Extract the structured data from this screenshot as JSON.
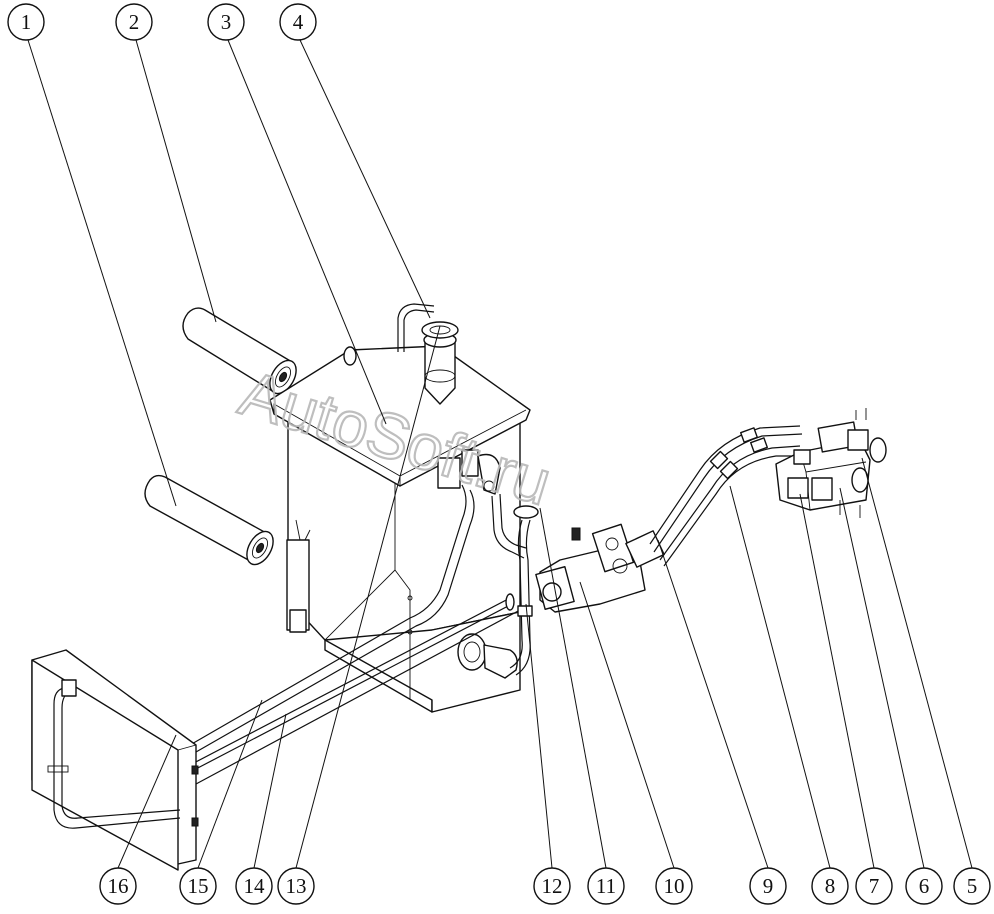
{
  "watermark": "AutoSoft.ru",
  "callouts": [
    {
      "id": "c1",
      "label": "1"
    },
    {
      "id": "c2",
      "label": "2"
    },
    {
      "id": "c3",
      "label": "3"
    },
    {
      "id": "c4",
      "label": "4"
    },
    {
      "id": "c5",
      "label": "5"
    },
    {
      "id": "c6",
      "label": "6"
    },
    {
      "id": "c7",
      "label": "7"
    },
    {
      "id": "c8",
      "label": "8"
    },
    {
      "id": "c9",
      "label": "9"
    },
    {
      "id": "c10",
      "label": "10"
    },
    {
      "id": "c11",
      "label": "11"
    },
    {
      "id": "c12",
      "label": "12"
    },
    {
      "id": "c13",
      "label": "13"
    },
    {
      "id": "c14",
      "label": "14"
    },
    {
      "id": "c15",
      "label": "15"
    },
    {
      "id": "c16",
      "label": "16"
    }
  ]
}
